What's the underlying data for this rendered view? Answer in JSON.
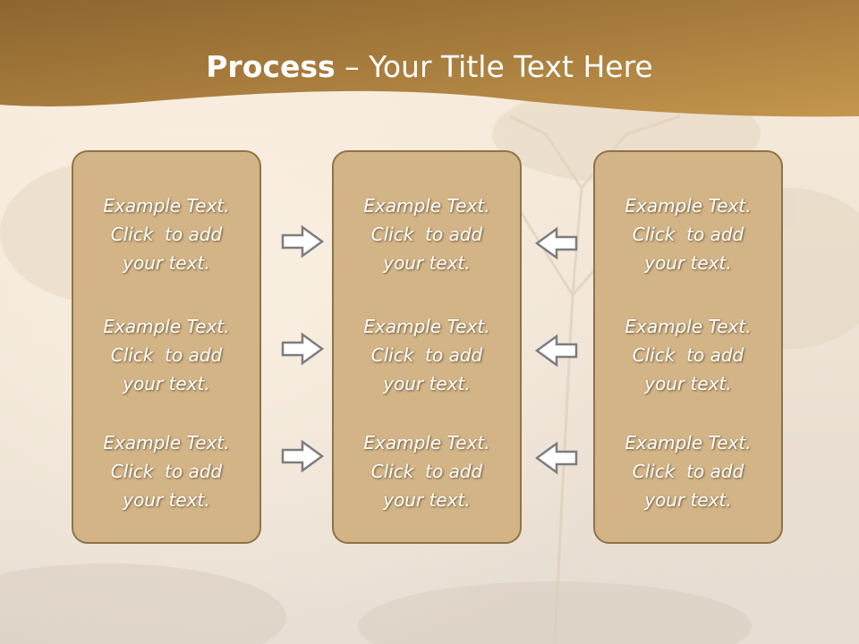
{
  "slide": {
    "title_bold": "Process",
    "title_rest": " – Your Title Text Here"
  },
  "colors": {
    "header": "#a77c3d",
    "panel_fill": "#d2b487",
    "panel_border": "#8d7449",
    "arrow_fill": "#ffffff",
    "arrow_stroke": "#7d7d7d"
  },
  "columns": [
    {
      "items": [
        {
          "line1": "Example Text.",
          "line2": "Click  to add",
          "line3": "your text."
        },
        {
          "line1": "Example Text.",
          "line2": "Click  to add",
          "line3": "your text."
        },
        {
          "line1": "Example Text.",
          "line2": "Click  to add",
          "line3": "your text."
        }
      ]
    },
    {
      "items": [
        {
          "line1": "Example Text.",
          "line2": "Click  to add",
          "line3": "your text."
        },
        {
          "line1": "Example Text.",
          "line2": "Click  to add",
          "line3": "your text."
        },
        {
          "line1": "Example Text.",
          "line2": "Click  to add",
          "line3": "your text."
        }
      ]
    },
    {
      "items": [
        {
          "line1": "Example Text.",
          "line2": "Click  to add",
          "line3": "your text."
        },
        {
          "line1": "Example Text.",
          "line2": "Click  to add",
          "line3": "your text."
        },
        {
          "line1": "Example Text.",
          "line2": "Click  to add",
          "line3": "your text."
        }
      ]
    }
  ],
  "arrows": {
    "left_group": {
      "icon": "right-arrow-icon",
      "direction": "right"
    },
    "right_group": {
      "icon": "left-arrow-icon",
      "direction": "left"
    }
  }
}
